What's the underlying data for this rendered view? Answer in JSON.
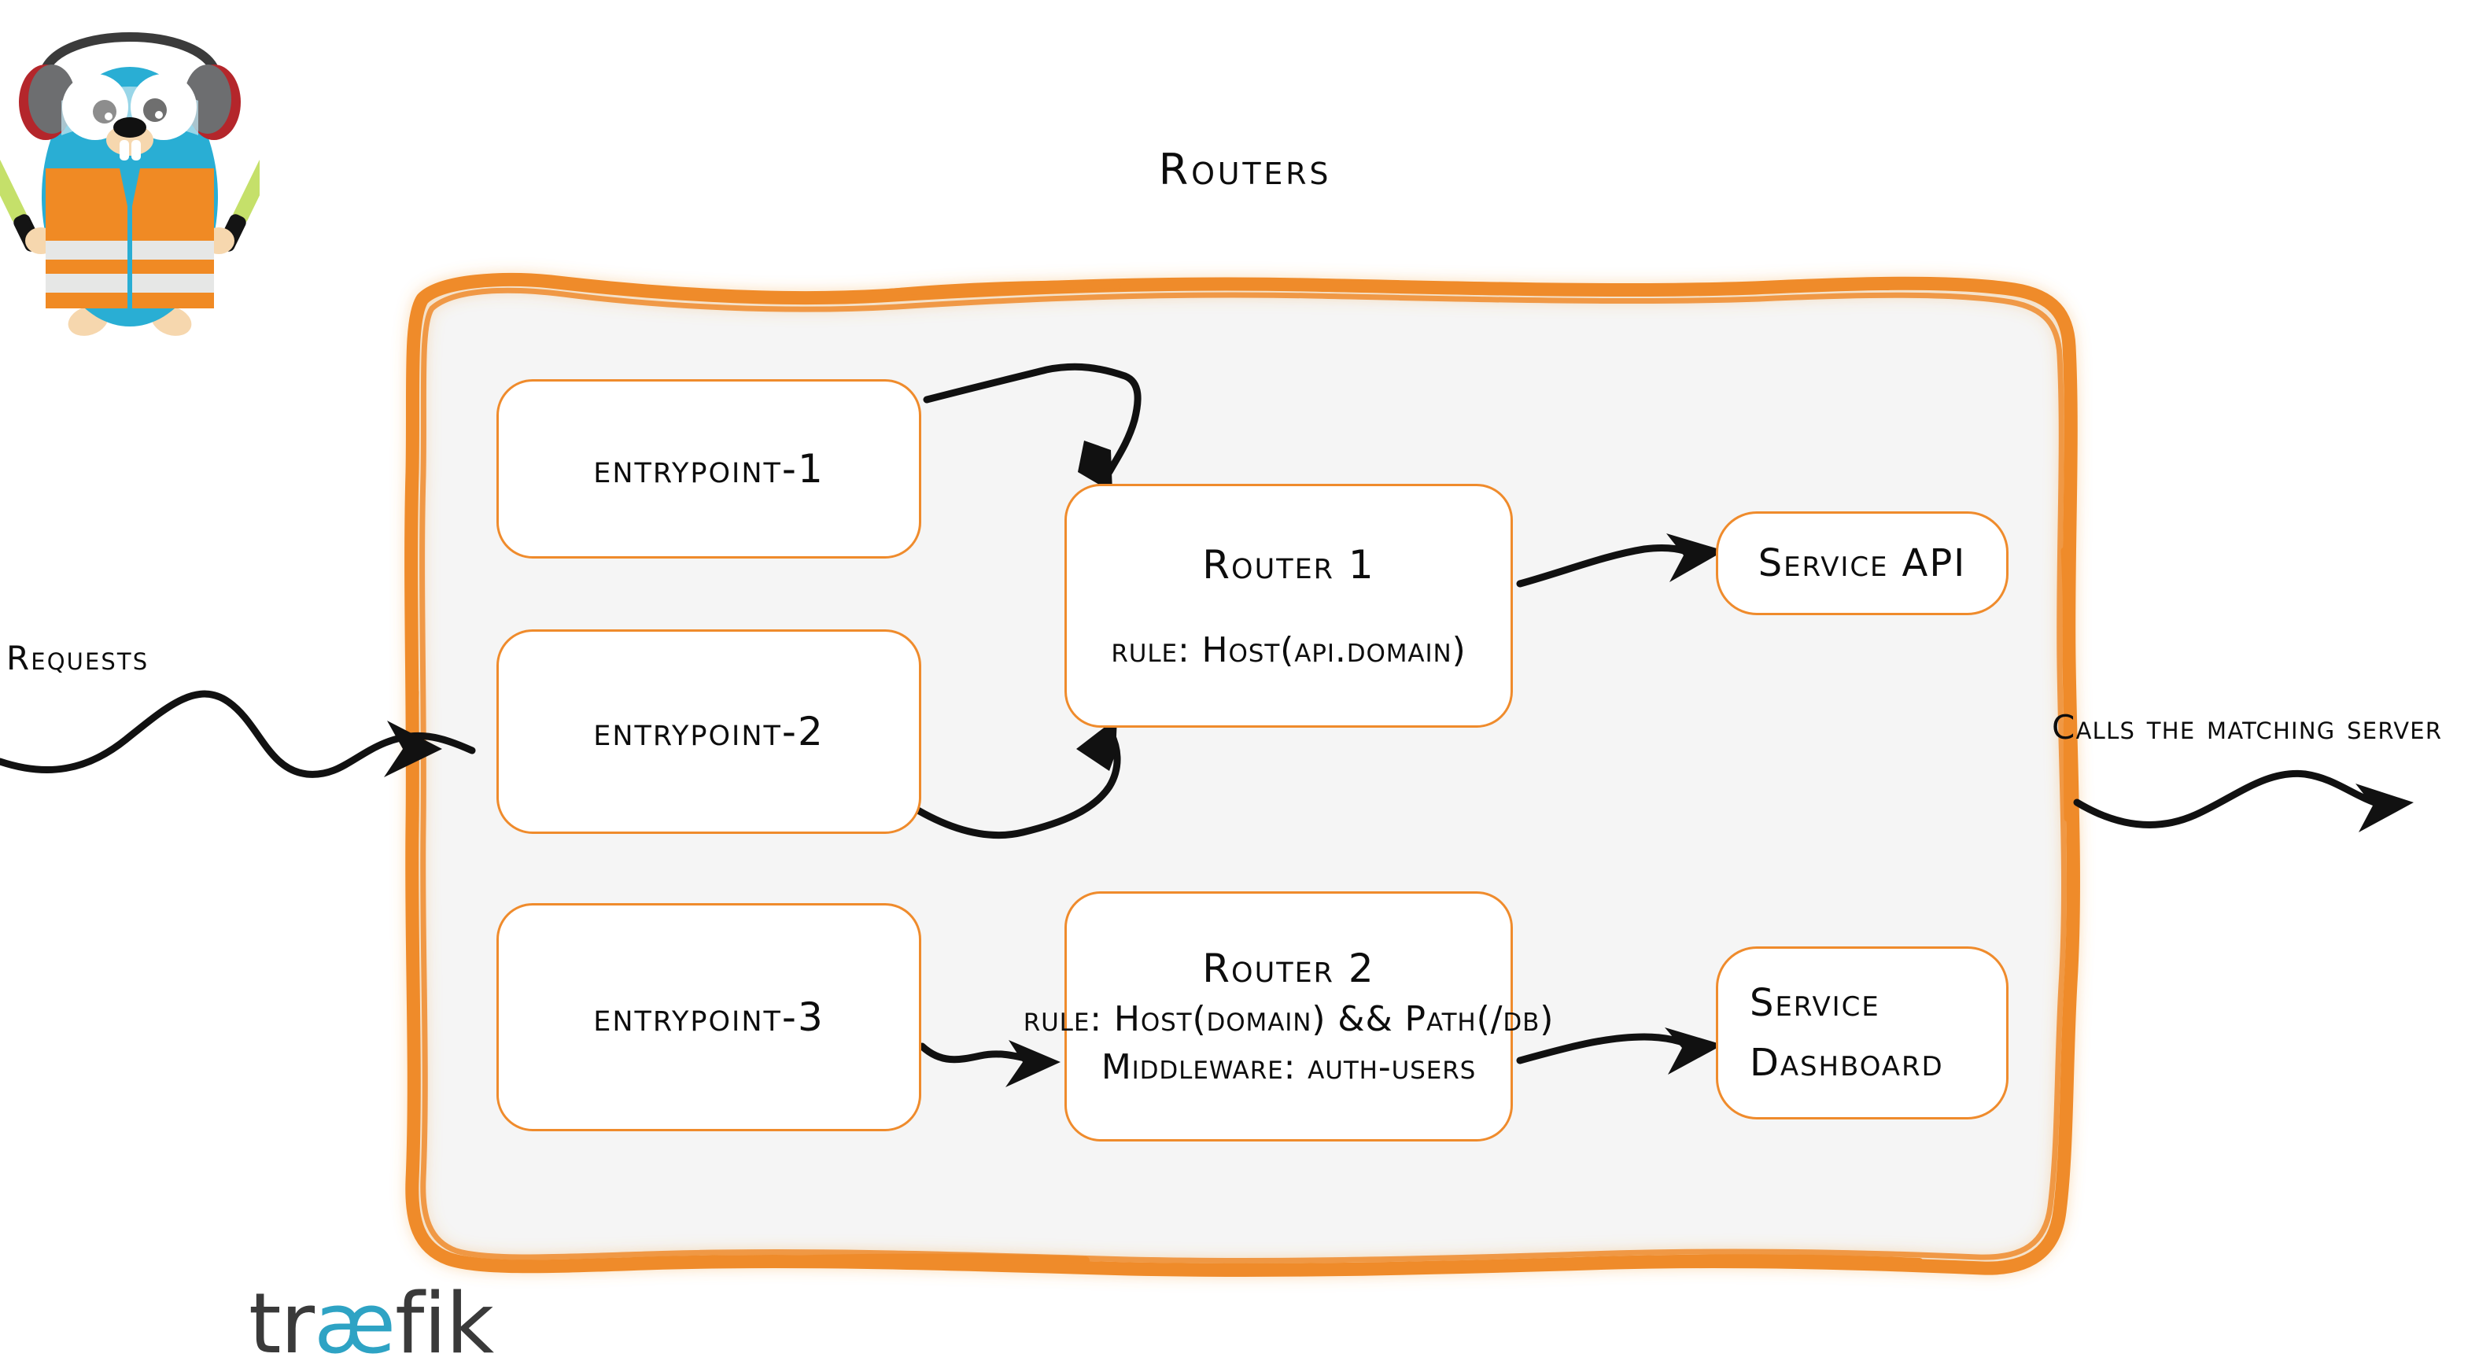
{
  "diagram": {
    "title": "Routers",
    "colors": {
      "accent_orange": "#ef8b2c",
      "container_fill": "#f5f5f5",
      "ink": "#0d0d0d",
      "logo_cyan": "#2ea3c4",
      "logo_grey": "#3a3a3a",
      "vest_orange": "#f08a24",
      "wand_green": "#c5e06a"
    }
  },
  "labels": {
    "requests": "Requests",
    "calls_the_matching_server": "Calls the matching server"
  },
  "entrypoints": [
    {
      "id": "entrypoint-1",
      "label": "entrypoint-1"
    },
    {
      "id": "entrypoint-2",
      "label": "entrypoint-2"
    },
    {
      "id": "entrypoint-3",
      "label": "entrypoint-3"
    }
  ],
  "routers": [
    {
      "id": "router-1",
      "title": "Router 1",
      "lines": [
        "rule: Host(api.domain)"
      ]
    },
    {
      "id": "router-2",
      "title": "Router 2",
      "lines": [
        "rule: Host(domain) && Path(/db)",
        "Middleware: auth-users"
      ]
    }
  ],
  "services": [
    {
      "id": "service-api",
      "lines": [
        "Service API"
      ]
    },
    {
      "id": "service-dashboard",
      "lines": [
        "Service",
        "Dashboard"
      ]
    }
  ],
  "logo": {
    "wordmark_part1": "tr",
    "wordmark_ae": "æ",
    "wordmark_part2": "fik"
  }
}
